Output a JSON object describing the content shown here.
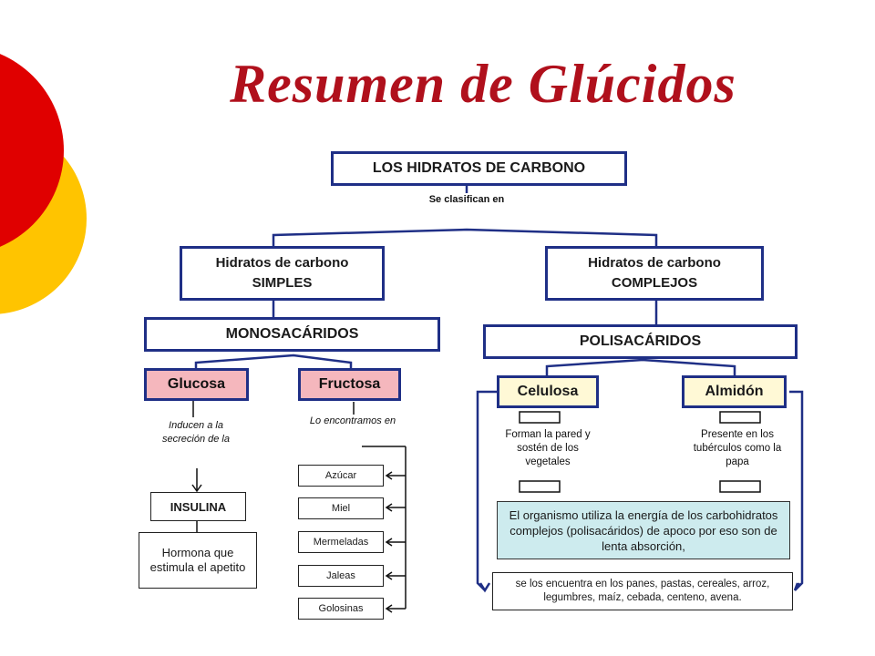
{
  "title": "Resumen de Glúcidos",
  "colors": {
    "accent_red": "#e00000",
    "accent_yellow": "#ffc400",
    "title": "#b0101c",
    "border": "#1f2f86"
  },
  "nodes": {
    "root": "LOS HIDRATOS DE CARBONO",
    "connector_root": "Se clasifican en",
    "simples_line1": "Hidratos de carbono",
    "simples_line2": "SIMPLES",
    "complejos_line1": "Hidratos de carbono",
    "complejos_line2": "COMPLEJOS",
    "monosacaridos": "MONOSACÁRIDOS",
    "polisacaridos": "POLISACÁRIDOS",
    "glucosa": "Glucosa",
    "fructosa": "Fructosa",
    "celulosa": "Celulosa",
    "almidon": "Almidón",
    "glucosa_connector": "Inducen a la secreción de la",
    "insulina": "INSULINA",
    "insulina_desc": "Hormona que estimula el apetito",
    "fructosa_connector": "Lo encontramos en",
    "fructosa_items": [
      "Azúcar",
      "Miel",
      "Mermeladas",
      "Jaleas",
      "Golosinas"
    ],
    "celulosa_desc": "Forman la pared y sostén de los vegetales",
    "almidon_desc": "Presente en los tubérculos como la papa",
    "absorcion": "El organismo utiliza la energía de los carbohidratos complejos (polisacáridos) de apoco por eso son de lenta absorción,",
    "alimentos": "se los encuentra en los panes, pastas, cereales, arroz, legumbres, maíz, cebada, centeno, avena."
  }
}
